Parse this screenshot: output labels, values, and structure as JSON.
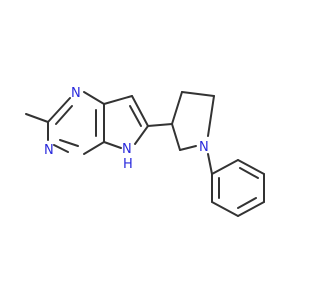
{
  "molecule": {
    "atoms": {
      "n1": "N",
      "n3": "N",
      "nh": "H",
      "n_pyrrolidine": "N"
    },
    "colors": {
      "bond": "#333333",
      "nitrogen": "#2a2adc",
      "background": "#ffffff"
    }
  }
}
